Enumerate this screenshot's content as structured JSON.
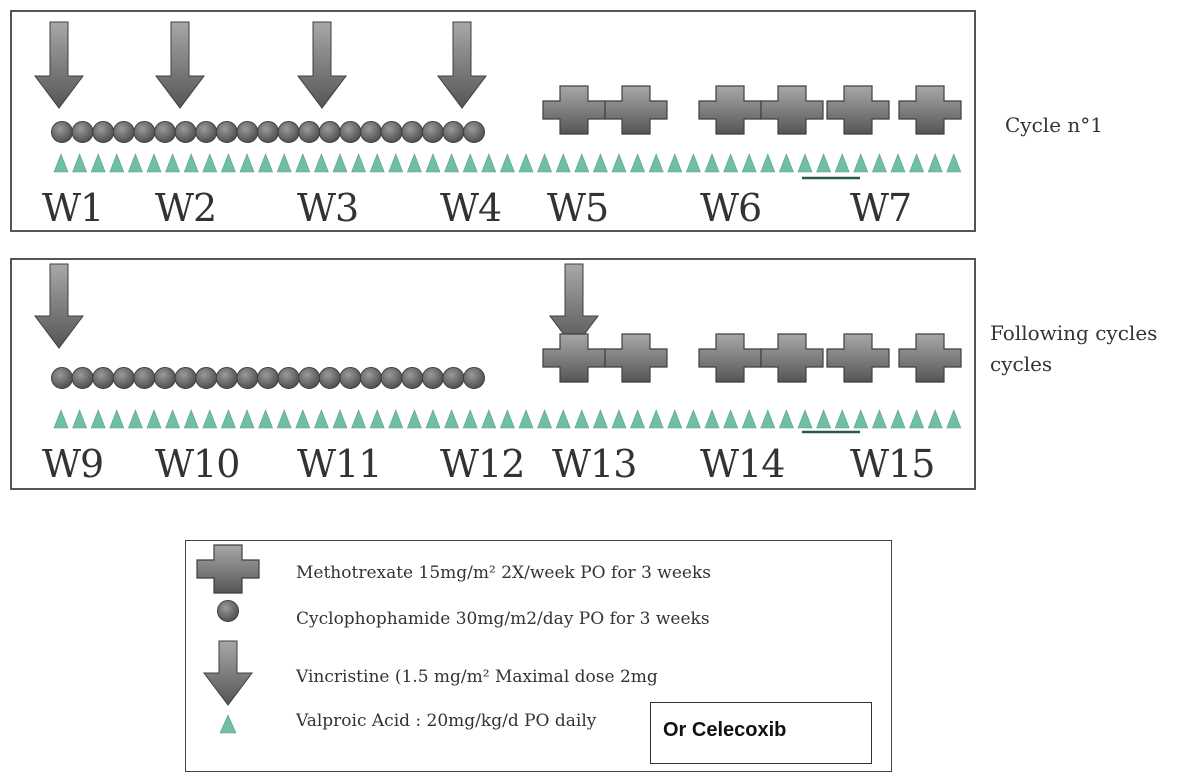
{
  "colors": {
    "drug_gray": "#7d7d7d",
    "drug_gray_dark": "#3f3f3f",
    "triangle_teal": "#6fbfa4",
    "border": "#555555"
  },
  "icons": {
    "methotrexate": "cross-shape-icon",
    "cyclophosphamide": "circle-icon",
    "vincristine": "down-arrow-icon",
    "valproic_acid": "triangle-icon"
  },
  "panels": [
    {
      "label": "Cycle n°1",
      "weeks": [
        "W1",
        "W2",
        "W3",
        "W4",
        "W5",
        "W6",
        "W7"
      ],
      "vincristine_weeks": [
        1,
        2,
        3,
        4
      ],
      "cyclophosphamide_days": 21,
      "methotrexate_doses": 6,
      "valproic_days": 49
    },
    {
      "label": "Following cycles cycles",
      "weeks": [
        "W9",
        "W10",
        "W11",
        "W12",
        "W13",
        "W14",
        "W15"
      ],
      "vincristine_weeks": [
        9,
        13
      ],
      "cyclophosphamide_days": 21,
      "methotrexate_doses": 6,
      "valproic_days": 49
    }
  ],
  "labels": {
    "cycle1": "Cycle n°1",
    "following": "Following cycles",
    "following2": "cycles"
  },
  "weeks1": [
    "W1",
    "W2",
    "W3",
    "W4",
    "W5",
    "W6",
    "W7"
  ],
  "weeks2": [
    "W9",
    "W10",
    "W11",
    "W12",
    "W13",
    "W14",
    "W15"
  ],
  "legend": {
    "methotrexate": "Methotrexate 15mg/m² 2X/week PO  for 3 weeks",
    "cyclophosphamide": "Cyclophophamide  30mg/m2/day  PO for 3 weeks",
    "vincristine": "Vincristine (1.5 mg/m²  Maximal dose 2mg",
    "valproic": "Valproic Acid : 20mg/kg/d PO daily"
  },
  "alternative": "Or Celecoxib"
}
